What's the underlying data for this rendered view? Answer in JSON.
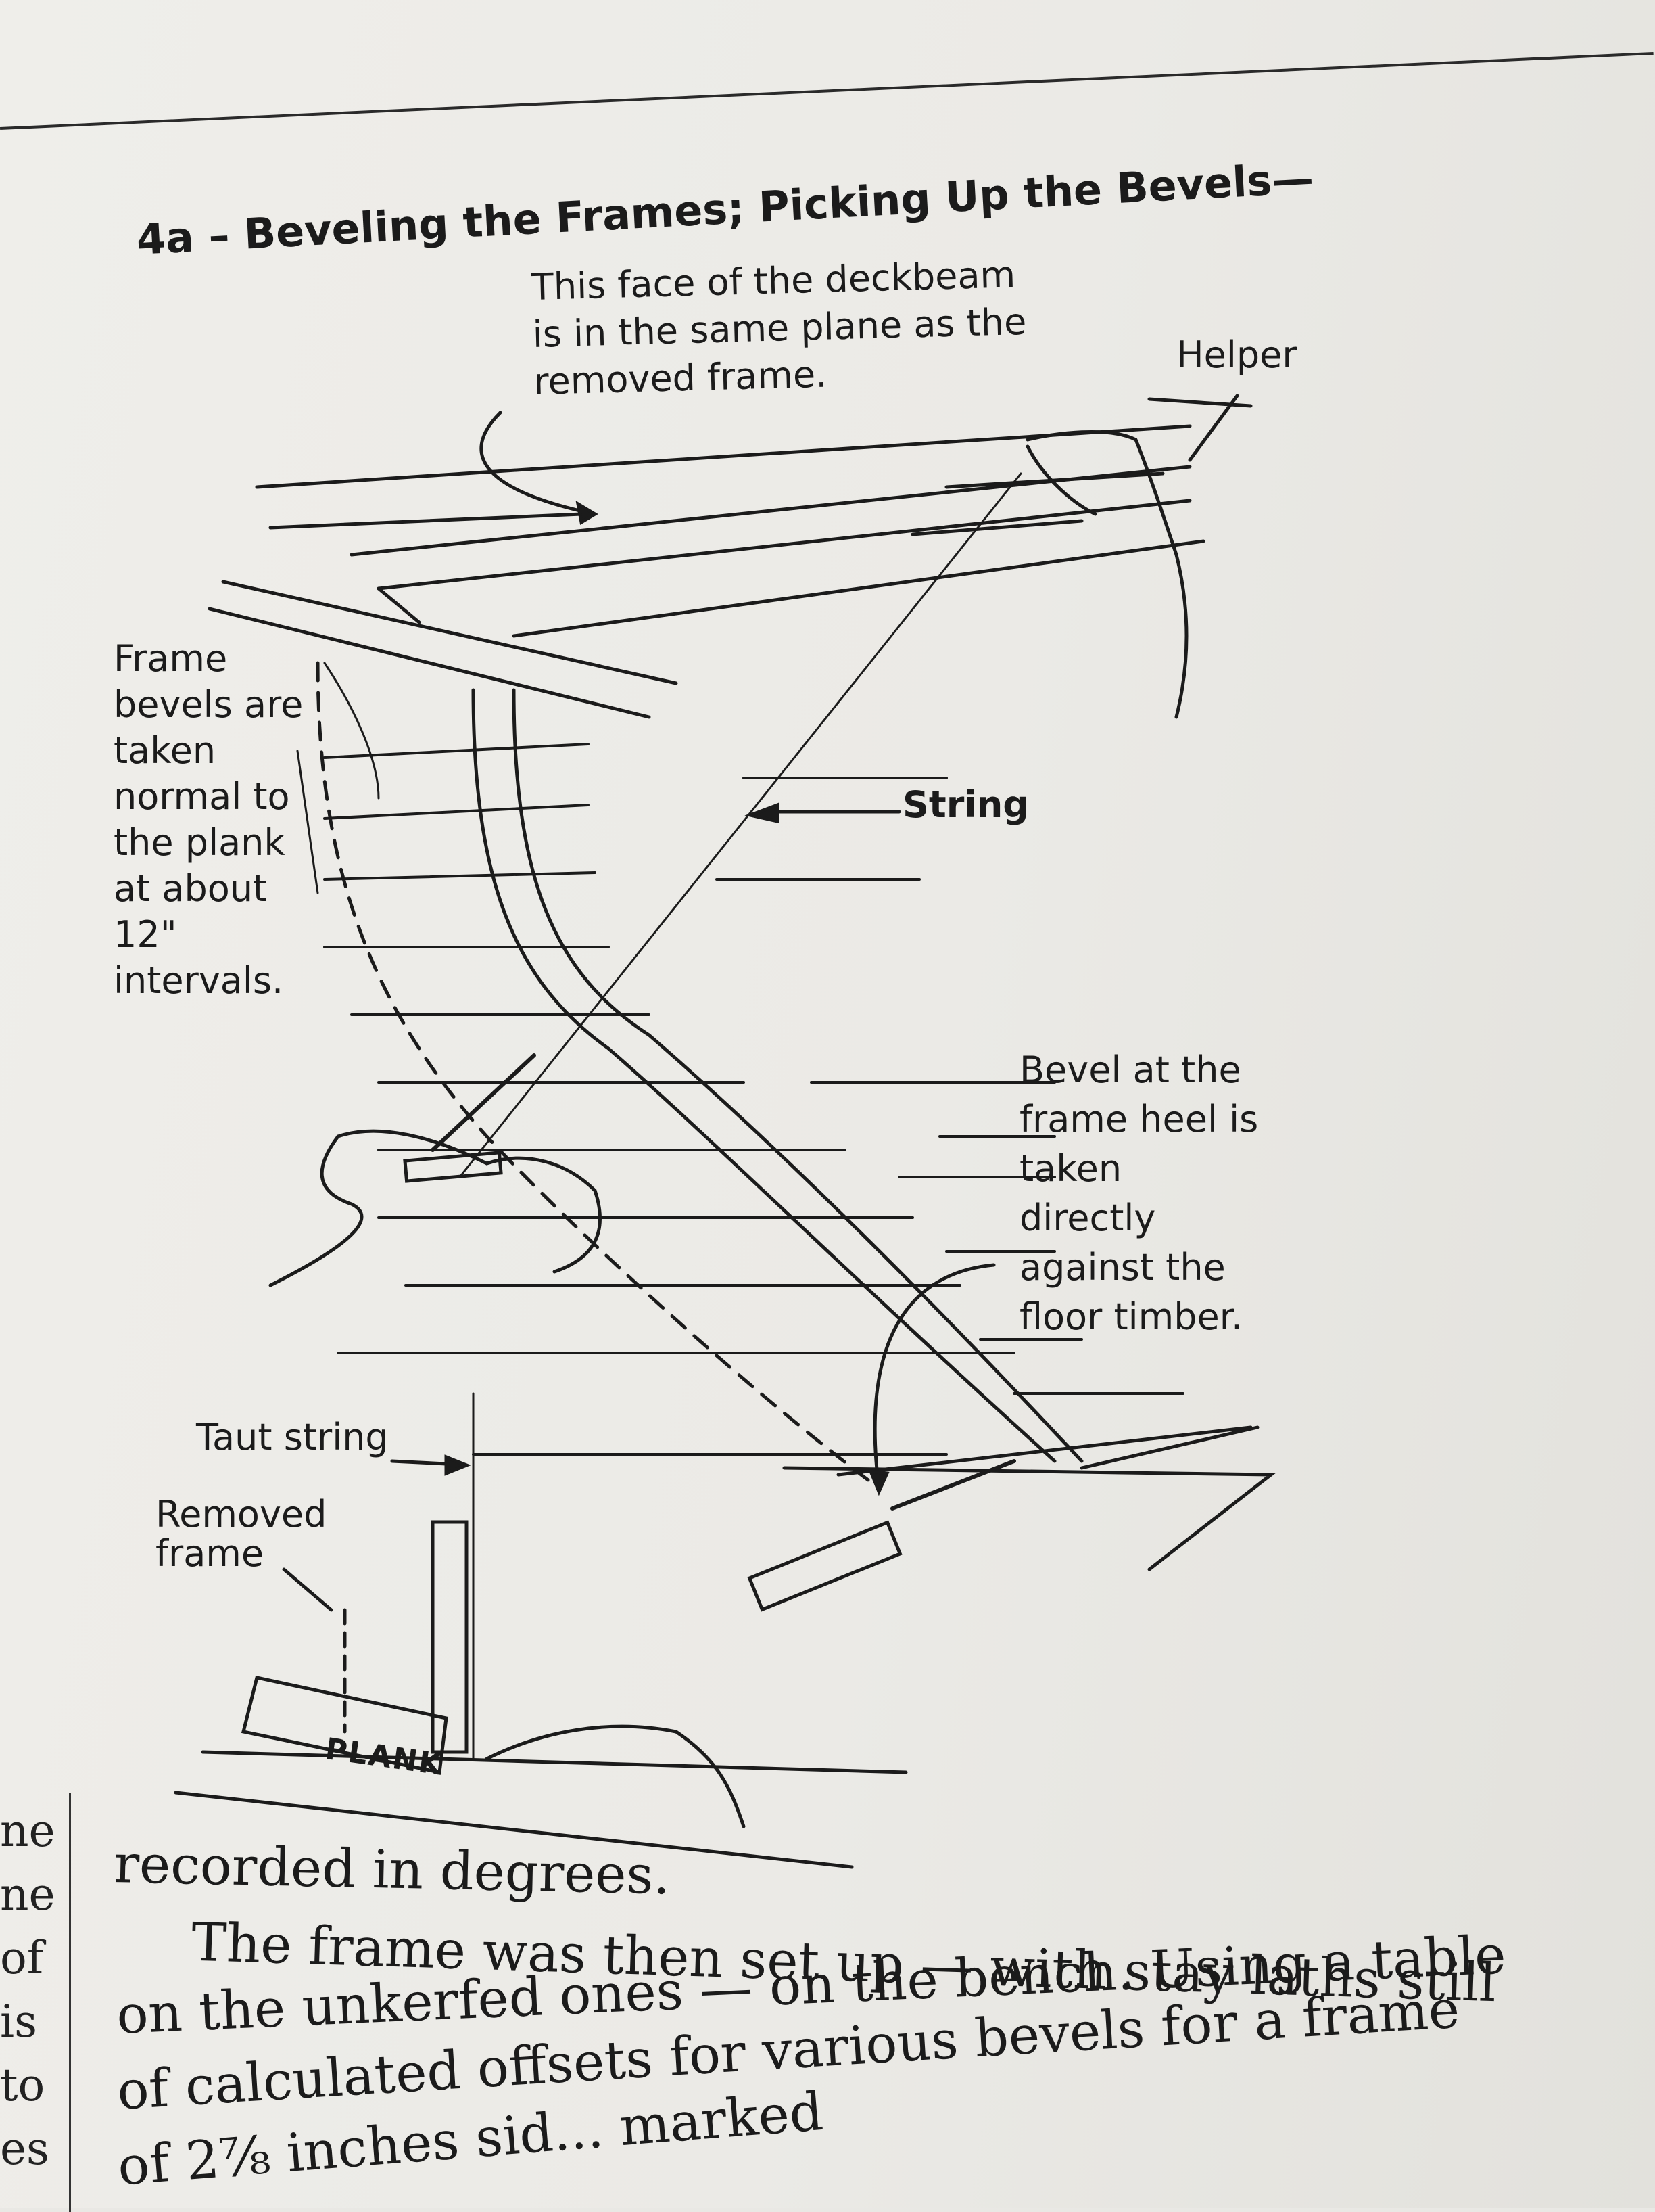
{
  "heading": "4a – Beveling the Frames; Picking Up the Bevels—",
  "labels": {
    "deckbeam": "This face of the deckbeam\nis in the same plane as the\nremoved frame.",
    "helper": "Helper",
    "frame_bevels": "Frame\nbevels are\ntaken\nnormal to\nthe plank\nat about\n12\"\nintervals.",
    "string": "String",
    "bevel_heel": "Bevel at the\nframe heel is\ntaken\ndirectly\nagainst the\nfloor timber.",
    "taut_string": "Taut string",
    "removed_frame": "Removed\nframe",
    "plank": "PLANK"
  },
  "margin_fragments": [
    "ne",
    "ne",
    "of",
    "is",
    "to",
    "es"
  ],
  "body_lines": [
    "recorded in degrees.",
    "The frame was then set up — with stay laths still",
    "on the unkerfed ones — on the bench. Using a table",
    "of calculated offsets for various bevels for a frame",
    "of 2⅞ inches sid... marked"
  ]
}
